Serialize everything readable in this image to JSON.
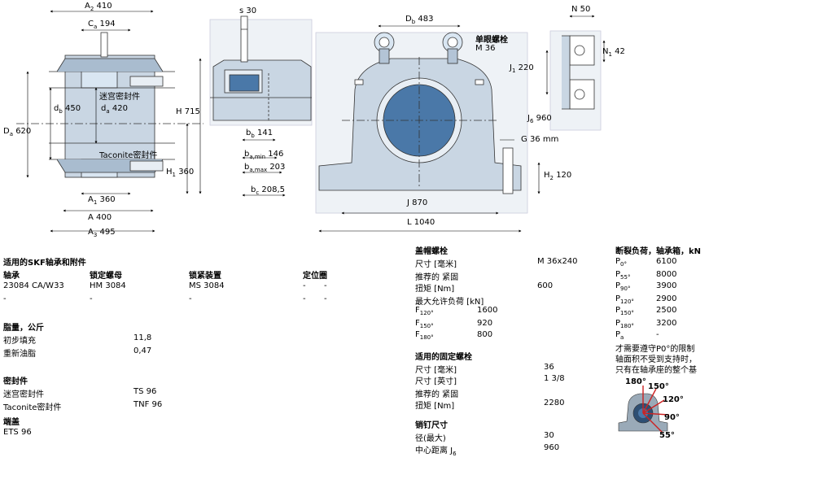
{
  "drawing_labels": {
    "a2": "A",
    "a2_sub": "2",
    "a2_val": "410",
    "ca": "C",
    "ca_sub": "a",
    "ca_val": "194",
    "s": "s",
    "s_val": "30",
    "db_top": "D",
    "db_top_sub": "b",
    "db_top_val": "483",
    "eyebolt": "单眼螺栓",
    "eyebolt_size": "M 36",
    "n": "N",
    "n_val": "50",
    "n1": "N",
    "n1_sub": "1",
    "n1_val": "42",
    "j1": "J",
    "j1_sub": "1",
    "j1_val": "220",
    "j6": "J",
    "j6_sub": "6",
    "j6_val": "960",
    "g": "G",
    "g_val": "36 mm",
    "da_left": "D",
    "da_left_sub": "a",
    "da_left_val": "620",
    "db_left": "d",
    "db_left_sub": "b",
    "db_left_val": "450",
    "da_mid": "d",
    "da_mid_sub": "a",
    "da_mid_val": "420",
    "labyrinth_seal": "迷宫密封件",
    "taconite_seal": "Taconite密封件",
    "h": "H",
    "h_val": "715",
    "h1": "H",
    "h1_sub": "1",
    "h1_val": "360",
    "h2": "H",
    "h2_sub": "2",
    "h2_val": "120",
    "bb": "b",
    "bb_sub": "b",
    "bb_val": "141",
    "bamin": "b",
    "bamin_sub": "a,min",
    "bamin_val": "146",
    "bamax": "b",
    "bamax_sub": "a,max",
    "bamax_val": "203",
    "bc": "b",
    "bc_sub": "c",
    "bc_val": "208,5",
    "a1": "A",
    "a1_sub": "1",
    "a1_val": "360",
    "a": "A",
    "a_val": "400",
    "a3": "A",
    "a3_sub": "3",
    "a3_val": "495",
    "j": "J",
    "j_val": "870",
    "l": "L",
    "l_val": "1040"
  },
  "parts": {
    "title": "适用的SKF轴承和附件",
    "headers": [
      "轴承",
      "锁定螺母",
      "锁紧装置",
      "定位圈"
    ],
    "rows": [
      [
        "23084 CA/W33",
        "HM 3084",
        "MS 3084",
        "-",
        "-"
      ],
      [
        "-",
        "-",
        "-",
        "-",
        "-"
      ]
    ]
  },
  "grease": {
    "title": "脂量，公斤",
    "rows": [
      {
        "label": "初步填充",
        "value": "11,8"
      },
      {
        "label": "重新油脂",
        "value": "0,47"
      }
    ]
  },
  "seals": {
    "title": "密封件",
    "rows": [
      {
        "label": "迷宫密封件",
        "value": "TS 96"
      },
      {
        "label": "Taconite密封件",
        "value": "TNF 96"
      }
    ]
  },
  "end_cover": {
    "title": "端盖",
    "value": "ETS 96"
  },
  "cap_bolts": {
    "title": "盖帽螺栓",
    "size_label": "尺寸 [毫米]",
    "size_value": "M 36x240",
    "torque_title": "推荐的 紧固",
    "torque_label": "扭矩 [Nm]",
    "torque_value": "600",
    "load_title": "最大允许负荷 [kN]",
    "loads": [
      {
        "sym": "F",
        "sub": "120°",
        "value": "1600"
      },
      {
        "sym": "F",
        "sub": "150°",
        "value": "920"
      },
      {
        "sym": "F",
        "sub": "180°",
        "value": "800"
      }
    ]
  },
  "fix_bolts": {
    "title": "适用的固定螺栓",
    "size_mm_label": "尺寸 [毫米]",
    "size_mm_value": "36",
    "size_in_label": "尺寸 [英寸]",
    "size_in_value": "1 3/8",
    "torque_title": "推荐的 紧固",
    "torque_label": "扭矩 [Nm]",
    "torque_value": "2280"
  },
  "dowel": {
    "title": "销钉尺寸",
    "dia_label": "径(最大)",
    "dia_value": "30",
    "center_label": "中心距离 J",
    "center_sub": "6",
    "center_value": "960"
  },
  "breaking_loads": {
    "title": "断裂负荷，轴承箱，kN",
    "rows": [
      {
        "sym": "P",
        "sub": "0°",
        "value": "6100"
      },
      {
        "sym": "P",
        "sub": "55°",
        "value": "8000"
      },
      {
        "sym": "P",
        "sub": "90°",
        "value": "3900"
      },
      {
        "sym": "P",
        "sub": "120°",
        "value": "2900"
      },
      {
        "sym": "P",
        "sub": "150°",
        "value": "2500"
      },
      {
        "sym": "P",
        "sub": "180°",
        "value": "3200"
      },
      {
        "sym": "P",
        "sub": "a",
        "value": "-"
      }
    ],
    "note_1": "才需要遵守P0°的限制",
    "note_2": "轴面积不受到支持时，",
    "note_3": "只有在轴承座的整个基",
    "angles": [
      "180°",
      "150°",
      "120°",
      "90°",
      "55°"
    ]
  },
  "colors": {
    "housing_blue": "#c9d6e3",
    "housing_stroke": "#333333",
    "bearing_blue": "#4a78a8",
    "load_red": "#cc2222"
  }
}
